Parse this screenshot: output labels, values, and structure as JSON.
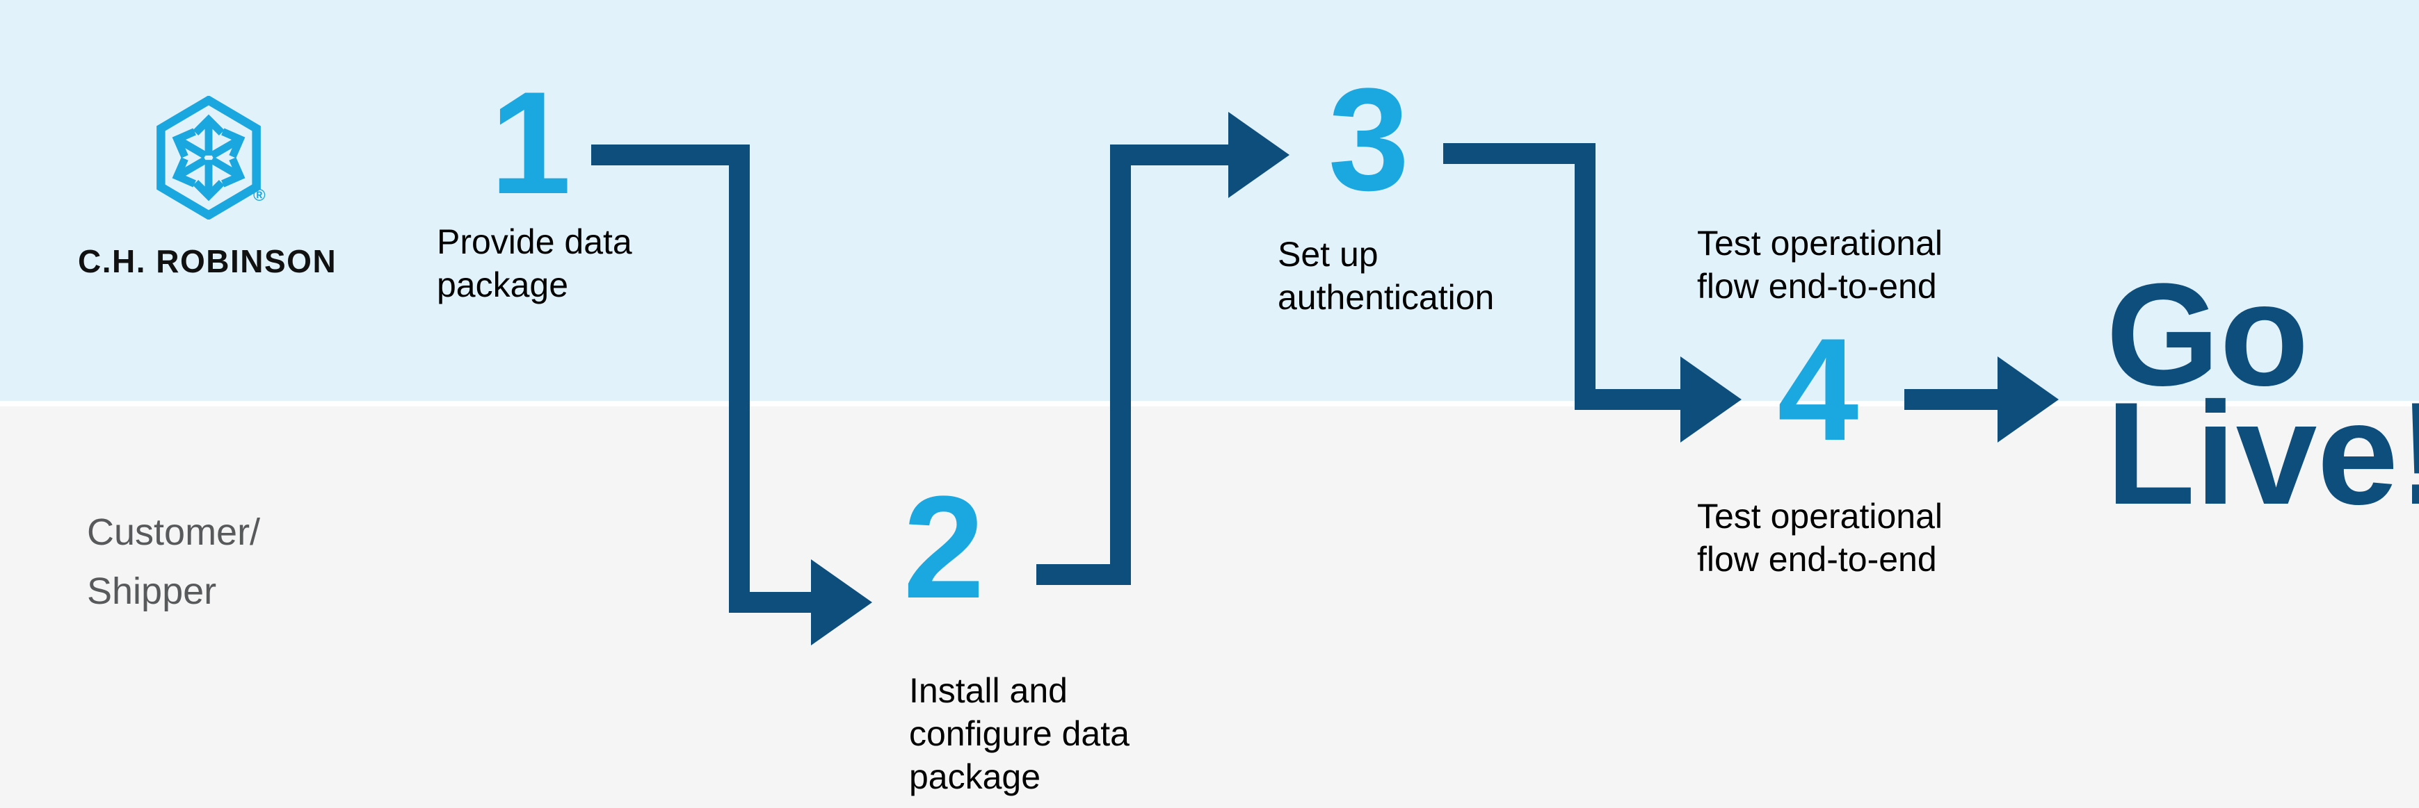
{
  "colors": {
    "brand_cyan": "#1ba8e1",
    "brand_navy": "#0d4e7c",
    "lane_top_bg": "#e1f2fa",
    "lane_bottom_bg": "#f5f5f6",
    "lane_divider": "#ffffff",
    "label_text": "#000000",
    "lane_caption_text": "#58595b"
  },
  "logo": {
    "brand": "C.H. ROBINSON",
    "registered": "®",
    "icon": "hexagon-cube-arrows"
  },
  "lanes": {
    "top_owner": "C.H. Robinson",
    "bottom_caption_line1": "Customer/",
    "bottom_caption_line2": "Shipper"
  },
  "steps": [
    {
      "number": "1",
      "label_line1": "Provide data",
      "label_line2": "package"
    },
    {
      "number": "2",
      "label_line1": "Install and",
      "label_line2": "configure data",
      "label_line3": "package"
    },
    {
      "number": "3",
      "label_line1": "Set up",
      "label_line2": "authentication"
    },
    {
      "number": "4",
      "label_above_line1": "Test operational",
      "label_above_line2": "flow end-to-end",
      "label_below_line1": "Test operational",
      "label_below_line2": "flow end-to-end"
    }
  ],
  "goal": {
    "line1": "Go",
    "line2": "Live!"
  }
}
